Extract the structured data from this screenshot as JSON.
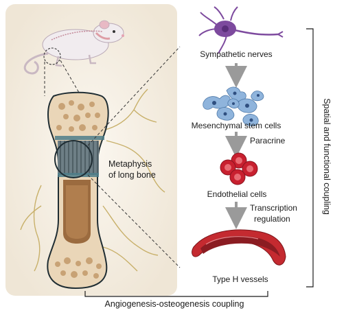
{
  "labels": {
    "metaphysis": [
      "Metaphysis",
      "of long bone"
    ],
    "sympathetic": "Sympathetic nerves",
    "msc": "Mesenchymal stem cells",
    "paracrine": "Paracrine",
    "endothelial": "Endothelial cells",
    "transcription": [
      "Transcription",
      "regulation"
    ],
    "type_h": "Type H vessels",
    "spatial": "Spatial and functional coupling",
    "angio": "Angiogenesis-osteogenesis coupling"
  },
  "colors": {
    "background_panel": "#f5efe4",
    "bone": "#ead6b8",
    "trabecular": "#c39a6a",
    "marrow": "#9b6b3f",
    "nerve_cell": "#7d4a9e",
    "msc_blue": "#8fb4dc",
    "endothelial_red": "#c8202f",
    "vessel_outer": "#c42a30",
    "vessel_inner": "#8b1c22",
    "arrow_gray": "#9a9a9a",
    "teal_band": "#4d7e8a"
  }
}
